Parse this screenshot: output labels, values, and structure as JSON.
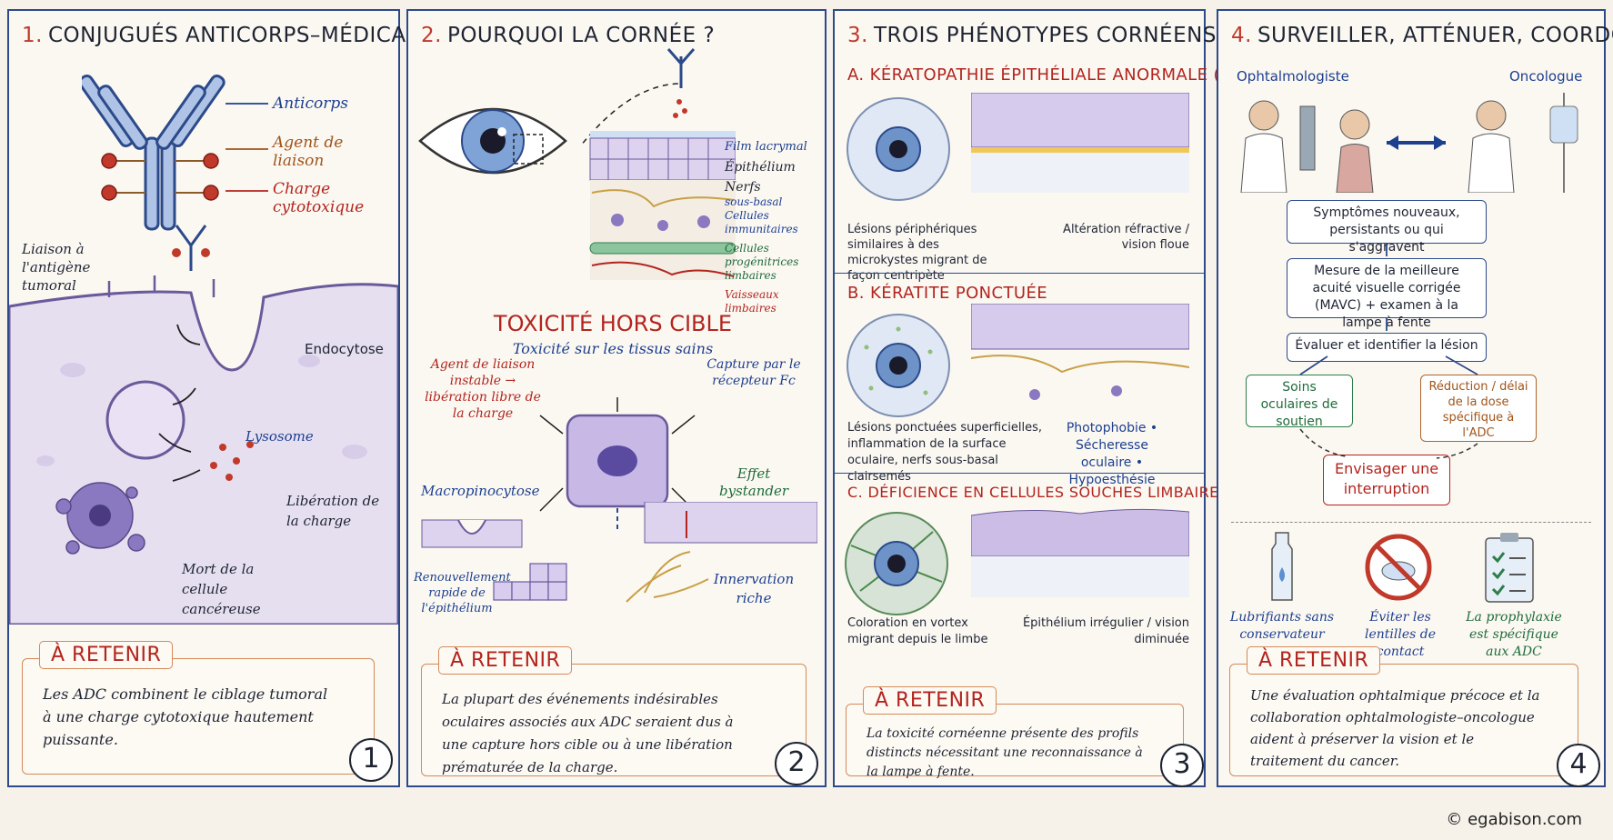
{
  "panel1": {
    "number": "1.",
    "title": "CONJUGUÉS ANTICORPS–MÉDICAMENT",
    "labels": {
      "antibody": "Anticorps",
      "linker": "Agent de liaison",
      "payload": "Charge cytotoxique",
      "antigen_binding": "Liaison à l'antigène tumoral",
      "endocytosis": "Endocytose",
      "lysosome": "Lysosome",
      "release": "Libération de la charge",
      "death": "Mort de la cellule cancéreuse"
    },
    "retenir_tag": "À RETENIR",
    "retenir_text": "Les ADC combinent le ciblage tumoral à une charge cytotoxique hautement puissante.",
    "badge": "1"
  },
  "panel2": {
    "number": "2.",
    "title": "POURQUOI LA CORNÉE ?",
    "layers": {
      "tear_film": "Film lacrymal",
      "epithelium": "Épithélium",
      "nerves": "Nerfs",
      "subbasal": "sous-basal",
      "immune": "Cellules immunitaires",
      "progenitor": "Cellules progénitrices limbaires",
      "vessels": "Vaisseaux limbaires"
    },
    "offtarget_title": "TOXICITÉ HORS CIBLE",
    "offtarget_subtitle": "Toxicité sur les tissus sains",
    "mechanisms": {
      "unstable": "Agent de liaison instable → libération libre de la charge",
      "fc": "Capture par le récepteur Fc",
      "macro": "Macropinocytose",
      "bystander": "Effet bystander",
      "renewal": "Renouvellement rapide de l'épithélium",
      "innervation": "Innervation riche"
    },
    "retenir_tag": "À RETENIR",
    "retenir_text": "La plupart des événements indésirables oculaires associés aux ADC seraient dus à une capture hors cible ou à une libération prématurée de la charge.",
    "badge": "2"
  },
  "panel3": {
    "number": "3.",
    "title": "TROIS PHÉNOTYPES CORNÉENS",
    "sections": [
      {
        "heading": "A. KÉRATOPATHIE ÉPITHÉLIALE ANORMALE (MECs)",
        "left": "Lésions périphériques similaires à des microkystes migrant de façon centripète",
        "right": "Altération réfractive / vision floue"
      },
      {
        "heading": "B. KÉRATITE PONCTUÉE",
        "left": "Lésions ponctuées superficielles, inflammation de la surface oculaire, nerfs sous-basal clairsemés",
        "right": "Photophobie • Sécheresse oculaire • Hypoesthésie"
      },
      {
        "heading": "C. DÉFICIENCE EN CELLULES SOUCHES LIMBAIRES (LSCD)",
        "left": "Coloration en vortex migrant depuis le limbe",
        "right": "Épithélium irrégulier / vision diminuée"
      }
    ],
    "retenir_tag": "À RETENIR",
    "retenir_text": "La toxicité cornéenne présente des profils distincts nécessitant une reconnaissance à la lampe à fente.",
    "badge": "3"
  },
  "panel4": {
    "number": "4.",
    "title": "SURVEILLER, ATTÉNUER, COORDONNER",
    "ophthalmologist": "Ophtalmologiste",
    "oncologist": "Oncologue",
    "flow": {
      "step1": "Symptômes nouveaux, persistants ou qui s'aggravent",
      "step2": "Mesure de la meilleure acuité visuelle corrigée (MAVC) + examen à la lampe à fente",
      "step3": "Évaluer et identifier la lésion",
      "left": "Soins oculaires de soutien",
      "right": "Réduction / délai de la dose spécifique à l'ADC",
      "final": "Envisager une interruption"
    },
    "icons": {
      "drops": "Lubrifiants sans conservateur",
      "lenses": "Éviter les lentilles de contact",
      "prophylaxis": "La prophylaxie est spécifique aux ADC"
    },
    "retenir_tag": "À RETENIR",
    "retenir_text": "Une évaluation ophtalmique précoce et la collaboration ophtalmologiste–oncologue aident à préserver la vision et le traitement du cancer.",
    "badge": "4"
  },
  "copyright": "© egabison.com"
}
